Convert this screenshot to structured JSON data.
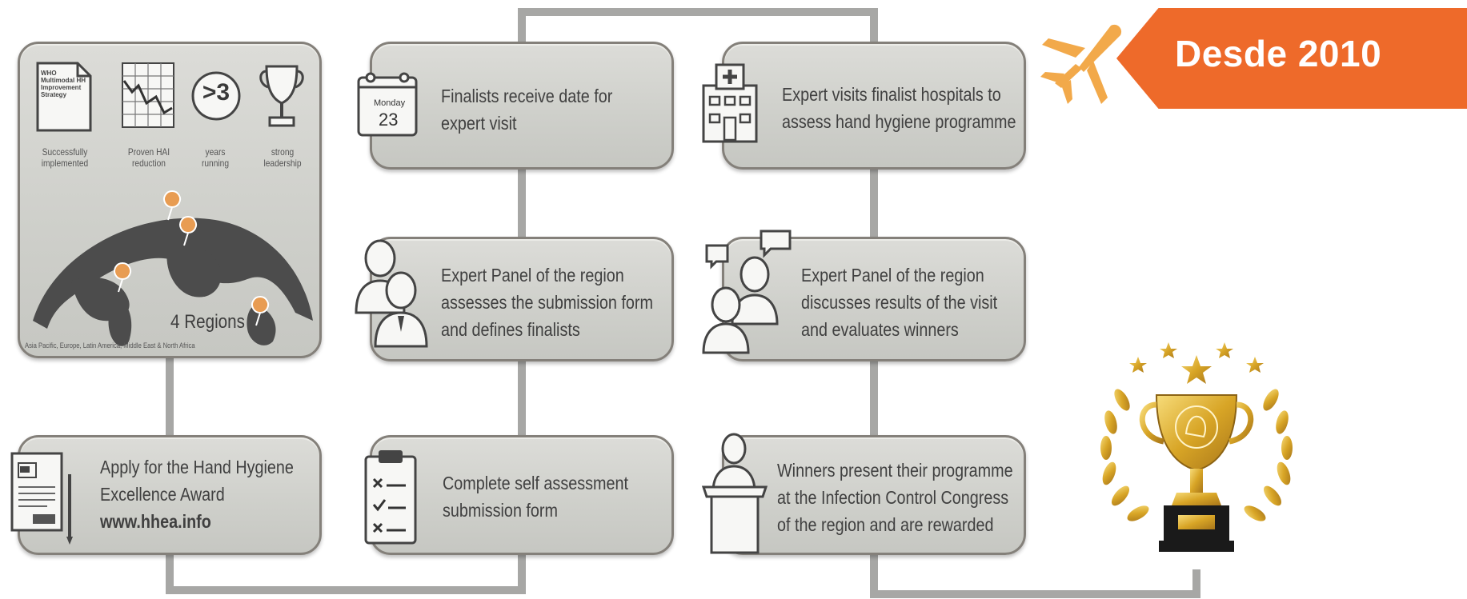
{
  "badge": {
    "text": "Desde 2010",
    "color": "#ee6a2a"
  },
  "overview": {
    "strategy_doc_lines": [
      "WHO",
      "Multimodal HH",
      "Improvement",
      "Strategy"
    ],
    "criteria": [
      {
        "icon": "document-icon",
        "caption": [
          "Successfully",
          "implemented"
        ]
      },
      {
        "icon": "graph-icon",
        "caption": [
          "Proven HAI",
          "reduction"
        ]
      },
      {
        "icon": "speech-bubble-icon",
        "badge": ">3",
        "caption": [
          "years",
          "running"
        ]
      },
      {
        "icon": "trophy-icon",
        "caption": [
          "strong",
          "leadership"
        ]
      }
    ],
    "regions_label": "4 Regions",
    "regions_sub": "Asia Pacific, Europe, Latin America, Middle East & North Africa"
  },
  "steps": [
    {
      "id": "apply",
      "icon": "application-form-icon",
      "lines": [
        "Apply for the Hand Hygiene",
        "Excellence Award",
        "www.hhea.info"
      ]
    },
    {
      "id": "self-assessment",
      "icon": "checklist-icon",
      "lines": [
        "Complete self assessment",
        "submission form"
      ]
    },
    {
      "id": "panel-finalists",
      "icon": "people-icon",
      "lines": [
        "Expert Panel of the region",
        "assesses the submission form",
        "and defines finalists"
      ]
    },
    {
      "id": "finalists-date",
      "icon": "calendar-icon",
      "calendar_day": "Monday",
      "calendar_date": "23",
      "lines": [
        "Finalists receive date for",
        "expert visit"
      ]
    },
    {
      "id": "expert-visit",
      "icon": "hospital-icon",
      "lines": [
        "Expert visits finalist hospitals to",
        "assess hand hygiene programme"
      ]
    },
    {
      "id": "panel-winners",
      "icon": "discussion-icon",
      "lines": [
        "Expert Panel of the region",
        "discusses results of the visit",
        "and evaluates winners"
      ]
    },
    {
      "id": "winners-present",
      "icon": "podium-speaker-icon",
      "lines": [
        "Winners present their programme",
        "at the Infection Control Congress",
        "of the region and are rewarded"
      ]
    }
  ],
  "decor": {
    "airplane_color": "#f2a94a",
    "trophy_color": "#d8a526"
  }
}
